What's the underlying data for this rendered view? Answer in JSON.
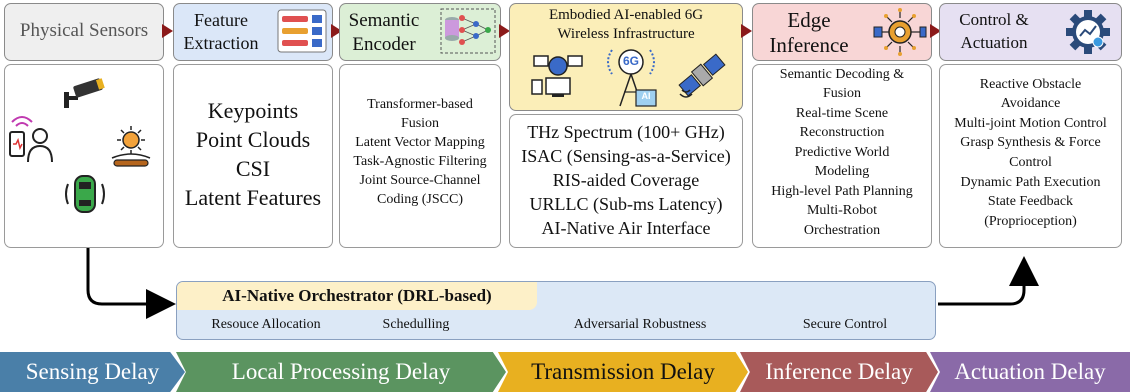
{
  "colors": {
    "physical": "#efefef",
    "feature": "#dbe7f8",
    "semantic": "#dcefd6",
    "infra": "#fbeeb8",
    "edge": "#f8d6d6",
    "control": "#e6e0f2",
    "orchestrator": "#dce8f6",
    "orchestrator_title": "#fdf0c8",
    "arrow": "#8b1a1a"
  },
  "physical_sensors": {
    "title": "Physical Sensors"
  },
  "feature_extraction": {
    "title_line1": "Feature",
    "title_line2": "Extraction",
    "items": [
      "Keypoints",
      "Point Clouds",
      "CSI",
      "Latent Features"
    ]
  },
  "semantic_encoder": {
    "title_line1": "Semantic",
    "title_line2": "Encoder",
    "items": [
      "Transformer-based",
      "Fusion",
      "Latent Vector Mapping",
      "Task-Agnostic Filtering",
      "Joint Source-Channel",
      "Coding (JSCC)"
    ]
  },
  "infrastructure": {
    "title_line1": "Embodied AI-enabled 6G",
    "title_line2": "Wireless Infrastructure",
    "items": [
      "THz Spectrum (100+ GHz)",
      "ISAC (Sensing-as-a-Service)",
      "RIS-aided Coverage",
      "URLLC (Sub-ms Latency)",
      "AI-Native Air Interface"
    ],
    "icon_6g_label": "6G",
    "icon_ai_label": "AI"
  },
  "edge_inference": {
    "title_line1": "Edge",
    "title_line2": "Inference",
    "items": [
      "Semantic Decoding &",
      "Fusion",
      "Real-time Scene",
      "Reconstruction",
      "Predictive World",
      "Modeling",
      "High-level Path Planning",
      "Multi-Robot",
      "Orchestration"
    ]
  },
  "control_actuation": {
    "title_line1": "Control &",
    "title_line2": "Actuation",
    "items": [
      "Reactive Obstacle",
      "Avoidance",
      "Multi-joint Motion Control",
      "Grasp Synthesis & Force",
      "Control",
      "Dynamic Path Execution",
      "State Feedback",
      "(Proprioception)"
    ]
  },
  "orchestrator": {
    "title": "AI-Native Orchestrator (DRL-based)",
    "items": [
      "Resouce Allocation",
      "Schedulling",
      "Adversarial Robustness",
      "Secure Control"
    ]
  },
  "delays": [
    {
      "label": "Sensing Delay",
      "color": "#4a7fa8"
    },
    {
      "label": "Local Processing Delay",
      "color": "#5b9460"
    },
    {
      "label": "Transmission Delay",
      "color": "#e8b020"
    },
    {
      "label": "Inference Delay",
      "color": "#a85a5a"
    },
    {
      "label": "Actuation Delay",
      "color": "#8a6aa8"
    }
  ]
}
